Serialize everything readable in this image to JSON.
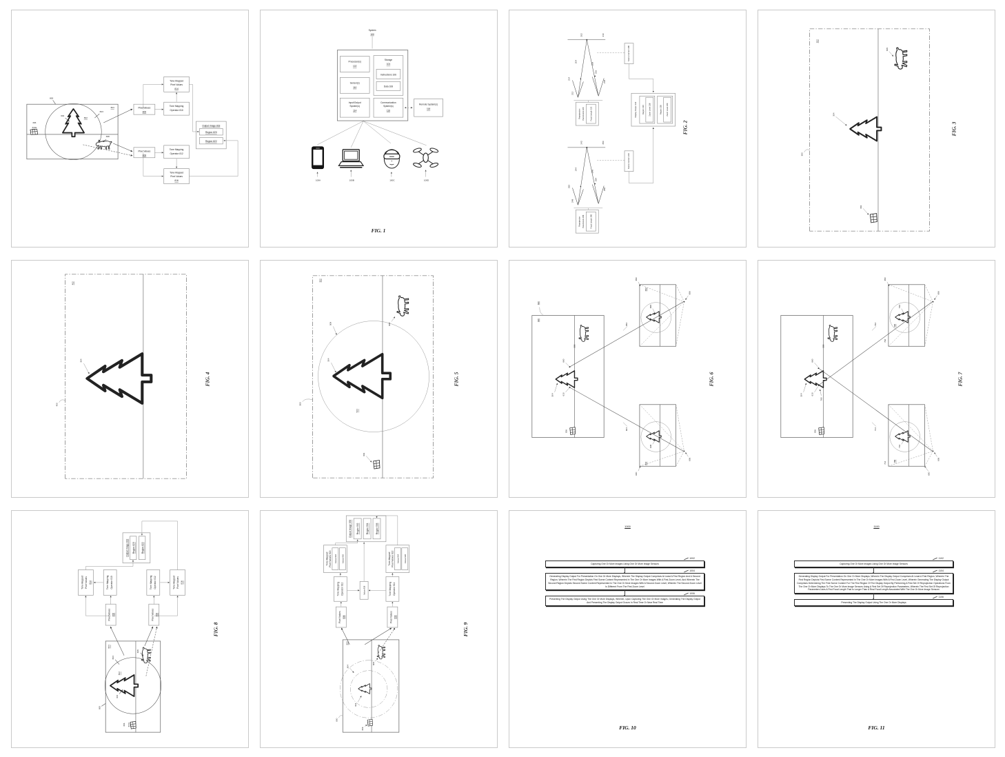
{
  "abstract": {
    "scene": {
      "img": "800",
      "corner": "824",
      "circle": "802",
      "edge": "823",
      "tree": "304",
      "fence": "306",
      "fence2": "310a",
      "animal": "308"
    },
    "pv1": {
      "l1": "Pixel Values",
      "n": "806"
    },
    "tmo1": {
      "l1": "Tone Mapping",
      "l2": "Operator 810"
    },
    "tmpv1": {
      "l1": "Tone-Mapped",
      "l2": "Pixel Values",
      "n": "814"
    },
    "pv2": {
      "l1": "Pixel Values",
      "n": "808"
    },
    "tmo2": {
      "l1": "Tone Mapping",
      "l2": "Operator 812"
    },
    "tmpv2": {
      "l1": "Tone-Mapped",
      "l2": "Pixel Values",
      "n": "816"
    },
    "out": {
      "t": "Output Image 818",
      "r1": "Region 820",
      "r2": "Region 822"
    }
  },
  "fig1": {
    "caption": "FIG. 1",
    "title": "System",
    "title_n": "100",
    "processors": {
      "l1": "Processor(s)",
      "n": "102"
    },
    "storage": {
      "l1": "Storage",
      "n": "104"
    },
    "instructions": "Instructions 106",
    "data": "Data 108",
    "sensors": {
      "l1": "Sensor(s)",
      "n": "110"
    },
    "io": {
      "l1": "Input/Output",
      "l2": "System(s)",
      "n": "114"
    },
    "comm": {
      "l1": "Communication",
      "l2": "System(s)",
      "n": "116"
    },
    "remote": {
      "l1": "Remote System(s)",
      "n": "118"
    },
    "devices": [
      {
        "label": "100A"
      },
      {
        "label": "100B"
      },
      {
        "label": "100C"
      },
      {
        "label": "100D"
      }
    ]
  },
  "fig2": {
    "caption": "FIG. 2",
    "top": {
      "r1": "202",
      "r2": "204",
      "r3": "206",
      "r4": "210",
      "r5": "212",
      "r6": "214",
      "r7": "216",
      "r8": "218",
      "rp1": "Reprojection",
      "rp2": "Parameters 220",
      "fl": "Focal Length 222",
      "sc": "Scene Content 208"
    },
    "bottom": {
      "r1": "242",
      "r2": "244",
      "r3": "246",
      "r4": "250",
      "r5": "248",
      "r6": "252",
      "r7": "254",
      "r8": "256",
      "rp1": "Reprojection",
      "rp2": "Parameters 258",
      "fl": "Focal Length 260",
      "sc": "Scene Content 224"
    },
    "display": {
      "t": "Display Output 232",
      "r1": "Region 234",
      "z1": "Zoom Level 236",
      "r2": "Region 238",
      "z2": "Zoom Level 240"
    }
  },
  "fig3": {
    "caption": "FIG. 3",
    "outer": "300",
    "border": "302",
    "tree": "304",
    "fence": "306",
    "animal": "308"
  },
  "fig4": {
    "caption": "FIG. 4",
    "outer": "400",
    "border": "402",
    "tree": "304"
  },
  "fig5": {
    "caption": "FIG. 5",
    "outer": "500",
    "border": "502",
    "circle": "508",
    "region": "524",
    "tree": "304",
    "fence": "306",
    "animal": "308"
  },
  "fig6": {
    "caption": "FIG. 6",
    "scene": "690",
    "corner": "620",
    "tree": "304",
    "fence": "306",
    "animal": "308",
    "p1": "660",
    "p2": "610",
    "ray1": "654",
    "ray2": "604",
    "img_top": {
      "out": "650",
      "corner": "652",
      "tree": "658",
      "apex": "656"
    },
    "img_bot": {
      "out": "600",
      "corner": "602",
      "tree": "608",
      "apex": "606"
    }
  },
  "fig7": {
    "caption": "FIG. 7",
    "tree": "304",
    "base": "760",
    "fence": "306",
    "animal": "308",
    "p1": "660",
    "p2": "610",
    "ray1": "764",
    "ray2": "714",
    "img_top": {
      "out": "650",
      "label": "762",
      "corner": "768",
      "tree": "766",
      "apex": "656"
    },
    "img_bot": {
      "out": "600",
      "label": "712",
      "corner": "758",
      "tree": "716",
      "apex": "606"
    }
  },
  "fig8": {
    "caption": "FIG. 8",
    "scene": {
      "img": "800",
      "corner": "824",
      "circle": "802",
      "edge": "823",
      "tree": "304",
      "fence": "306",
      "fence2": "310a",
      "animal": "308"
    },
    "pv1": {
      "l1": "Pixel Values",
      "n": "806"
    },
    "tmo1": {
      "l1": "Tone Mapping",
      "l2": "Operator 810"
    },
    "tmpv1": {
      "l1": "Tone-Mapped",
      "l2": "Pixel Values",
      "n": "814"
    },
    "pv2": {
      "l1": "Pixel Values",
      "n": "808"
    },
    "tmo2": {
      "l1": "Tone Mapping",
      "l2": "Operator 812"
    },
    "tmpv2": {
      "l1": "Tone-Mapped",
      "l2": "Pixel Values",
      "n": "816"
    },
    "out": {
      "t": "Output Image 818",
      "r1": "Region 820",
      "r2": "Region 822"
    }
  },
  "fig9": {
    "caption": "FIG. 9",
    "scene": {
      "img": "900",
      "corner": "902",
      "circle": "904",
      "tree": "304",
      "fence": "306",
      "animal": "308"
    },
    "pv1": {
      "l1": "Pixel Values",
      "n": "906"
    },
    "tmo1": {
      "l1": "Tone Mapping",
      "l2": "Operator 912"
    },
    "tmpv1": {
      "l1": "Tone-Mapped",
      "l2": "Pixel Values 918",
      "v1": "Values 916",
      "v2": "Values 920"
    },
    "pv2": {
      "l1": "Pixel Values",
      "n": "908"
    },
    "tmo2": {
      "l1": "Tone Mapping",
      "l2": "Operator 914"
    },
    "tmpv2": {
      "l1": "Tone-Mapped",
      "l2": "Pixel Values 922",
      "v1": "Values 924",
      "v2": "Values 926"
    },
    "vals": "Values 928",
    "out": {
      "t": "Output Image 930",
      "r1": "Region 932",
      "r2": "Region 934",
      "r3": "Region 936"
    }
  },
  "fig10": {
    "caption": "FIG. 10",
    "label": "1000",
    "steps": [
      {
        "ref": "1002",
        "text": "Capturing One Or More Images Using One Or More Image Sensors"
      },
      {
        "ref": "1004",
        "text": "Generating Display Output For Presentation On One Or More Displays, Wherein The Display Output Comprises At Least A First Region And A Second Region, Wherein The First Region Depicts First Scene Content Represented In The One Or More Images With A First Zoom Level, And Wherein The Second Region Depicts Second Scene Content Represented In The One Or More Images With A Second Zoom Level, Wherein The Second Zoom Level Is Different From The First Zoom Level"
      },
      {
        "ref": "1006",
        "text": "Presenting The Display Output Using The One Or More Displays, Wherein, Upon Capturing The One Or More Images, Generating The Display Output And Presenting The Display Output Occurs In Real Time Or Near Real Time"
      }
    ]
  },
  "fig11": {
    "caption": "FIG. 11",
    "label": "1100",
    "steps": [
      {
        "ref": "1102",
        "text": "Capturing One Or More Images Using One Or More Image Sensors"
      },
      {
        "ref": "1104",
        "text": "Generating Display Output For Presentation On One Or More Displays, Wherein The Display Output Comprises At Least A First Region, Wherein The First Region Depicts First Scene Content Represented In The One Or More Images With A First Zoom Level, Wherein Generating The Display Output Comprises Determining The First Scene Content For The First Region Of The Display Output By Performing A First Set Of Reprojection Operations From The One Or More Displays To The One Or More Image Sensors Using A First Set Of Reprojection Parameters, Wherein The First Set Of Reprojection Parameters Uses A First Focal Length That Is Longer Than A Real Focal Length Associated With The One Or More Image Sensors"
      },
      {
        "ref": "1106",
        "text": "Presenting The Display Output Using The One Or More Displays"
      }
    ]
  }
}
